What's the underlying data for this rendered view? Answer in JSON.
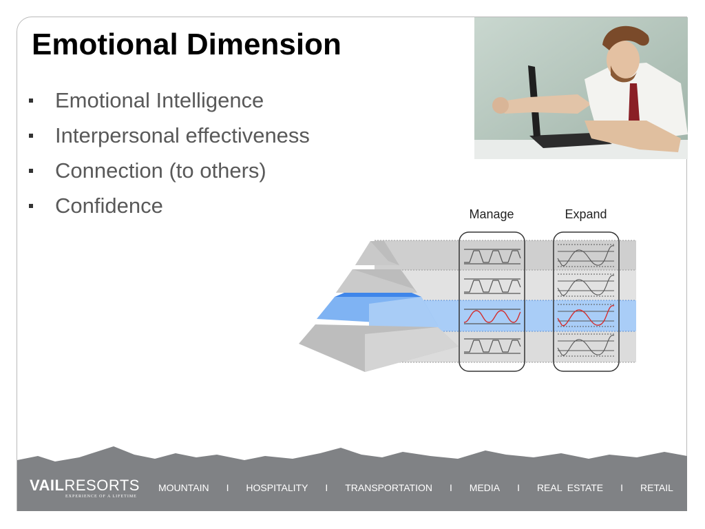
{
  "slide": {
    "title": "Emotional Dimension",
    "bullets": [
      "Emotional Intelligence",
      "Interpersonal effectiveness",
      "Connection (to others)",
      "Confidence"
    ]
  },
  "diagram": {
    "column_labels": [
      "Manage",
      "Expand"
    ],
    "highlight_color": "#4a90e8",
    "highlight_wave_color": "#d22f2f"
  },
  "footer": {
    "logo_bold": "VAIL",
    "logo_light": "RESORTS",
    "tagline": "EXPERIENCE OF A LIFETIME",
    "separator": "I",
    "nav": [
      "MOUNTAIN",
      "HOSPITALITY",
      "TRANSPORTATION",
      "MEDIA",
      "REAL  ESTATE",
      "RETAIL"
    ],
    "bar_color": "#808285"
  }
}
